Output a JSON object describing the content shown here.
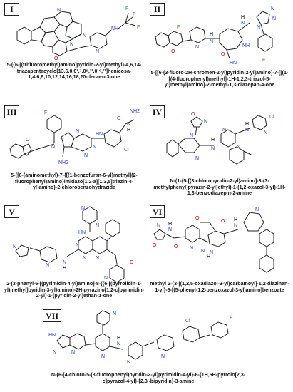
{
  "panels": [
    {
      "id": "I",
      "label": "I",
      "name": "5-({6-[(trifluoromethyl)amino]pyridin-2-yl}methyl)-4,6,14-triazapentacyclo[13.6.0.0²,⁷.0⁸,¹³.0¹⁶,²¹]henicosa-1,4,6,8,10,12,14,16,18,20-decaen-3-one",
      "atoms": [
        "N",
        "N",
        "N",
        "O",
        "N",
        "NH",
        "F",
        "F",
        "F"
      ]
    },
    {
      "id": "II",
      "label": "II",
      "name": "5-[[6-(3-fluoro-2H-chromen-2-yl)pyridin-2-yl]amino]-7-[[(1-[(4-fluorophenyl)methyl]-1H-1,2,3-triazol-5-yl)methyl]amino]-2-methyl-1,3-diazepan-4-one",
      "atoms": [
        "F",
        "O",
        "N",
        "H",
        "N",
        "N",
        "H",
        "NH",
        "O",
        "HN",
        "N",
        "N",
        "N",
        "F"
      ]
    },
    {
      "id": "III",
      "label": "III",
      "name": "5-{[6-(aminomethyl)-7-{[(1-benzofuran-6-yl)methyl](2-fluorophenyl)amino}imidazo[1,2-a][1,3,5]triazin-4-yl]amino}-2-chlorobenzohydrazide",
      "atoms": [
        "F",
        "N",
        "N",
        "N",
        "N",
        "HN",
        "O",
        "H",
        "N",
        "NH2",
        "NH2",
        "O",
        "Cl"
      ]
    },
    {
      "id": "IV",
      "label": "IV",
      "name": "N-(1-{5-[(3-chloropyridin-2-yl)amino]-3-(3-methylphenyl)pyrazin-2-yl}ethyl)-1-(1,2-oxazol-3-yl)-1H-1,3-benzodiazepin-2-amine",
      "atoms": [
        "O",
        "N",
        "N",
        "N",
        "H",
        "N",
        "N",
        "N",
        "N",
        "H",
        "N",
        "Cl"
      ]
    },
    {
      "id": "V",
      "label": "V",
      "name": "2-(3-phenyl-6-[(pyrimidin-4-yl)amino]-8-({6-[(pyrrolidin-1-yl)methyl]pyridin-3-yl}amino)-2H-pyrazino[1,2-c]pyrimidin-2-yl)-1-(pyridin-2-yl)ethan-1-one",
      "atoms": [
        "N",
        "N",
        "HN",
        "N",
        "N",
        "N",
        "N",
        "H",
        "N",
        "N",
        "O",
        "N"
      ]
    },
    {
      "id": "VI",
      "label": "VI",
      "name": "methyl 2-{3-[(1,2,5-oxadiazol-3-yl)carbamoyl]-1,2-diazinan-1-yl}-6-[(5-phenyl-1,2-benzoxazol-3-yl)amino]benzoate",
      "atoms": [
        "N",
        "O",
        "O",
        "O",
        "N",
        "H",
        "N",
        "O",
        "N",
        "H",
        "N",
        "N",
        "N",
        "H"
      ]
    },
    {
      "id": "VII",
      "label": "VII",
      "name": "N-{6-[4-chloro-5-(3-fluorophenyl)pyridin-2-yl]pyrimidin-4-yl}-6-{1H,6H-pyrrolo[2,3-c]pyrazol-4-yl}-[2,3'-bipyridin]-3-amine",
      "atoms": [
        "HN",
        "N",
        "N",
        "N",
        "N",
        "N",
        "N",
        "H",
        "N",
        "Cl",
        "F"
      ]
    }
  ],
  "colors": {
    "oxygen": "#d40000",
    "nitrogen": "#1f3fd6",
    "halogen": "#1c8f2a",
    "bond": "#222222"
  }
}
